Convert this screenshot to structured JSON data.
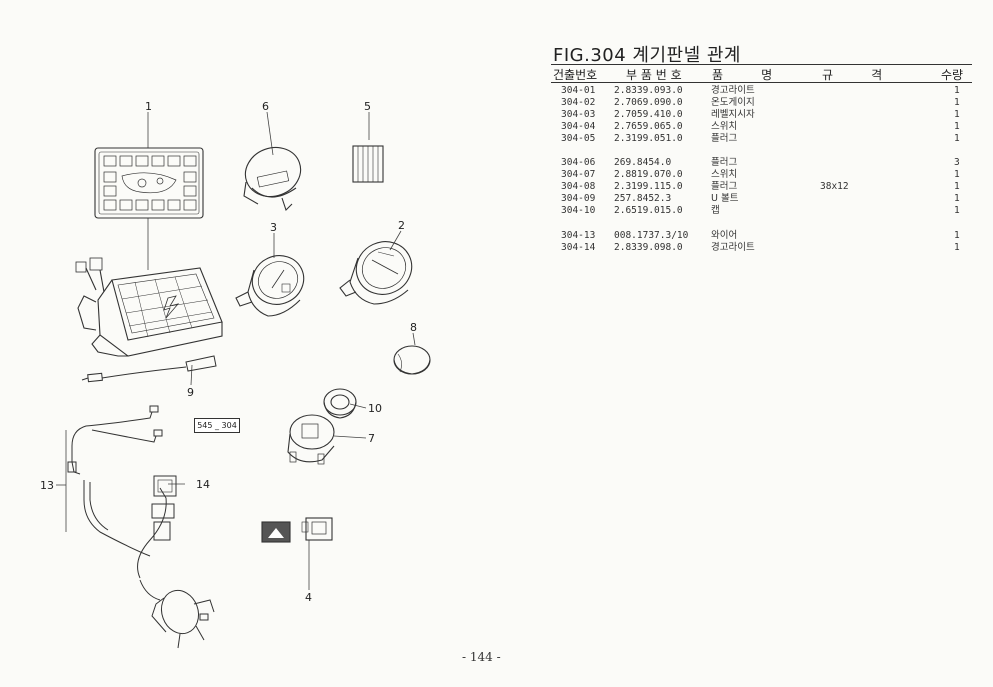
{
  "figure": {
    "title": "FIG.304 계기판넬 관계",
    "code_box": "545 _ 304"
  },
  "table": {
    "headers": {
      "ref_no": "건출번호",
      "part_no": "부 품 번 호",
      "name": "품          명",
      "spec": "규          격",
      "qty": "수량"
    },
    "rows": [
      {
        "no": "304-01",
        "part": "2.8339.093.0",
        "name": "경고라이트",
        "spec": "",
        "qty": "1"
      },
      {
        "no": "304-02",
        "part": "2.7069.090.0",
        "name": "온도게이지",
        "spec": "",
        "qty": "1"
      },
      {
        "no": "304-03",
        "part": "2.7059.410.0",
        "name": "레벨지시자",
        "spec": "",
        "qty": "1"
      },
      {
        "no": "304-04",
        "part": "2.7659.065.0",
        "name": "스위치",
        "spec": "",
        "qty": "1"
      },
      {
        "no": "304-05",
        "part": "2.3199.051.0",
        "name": "플러그",
        "spec": "",
        "qty": "1"
      },
      {
        "no": "304-06",
        "part": "269.8454.0",
        "name": "플러그",
        "spec": "",
        "qty": "3"
      },
      {
        "no": "304-07",
        "part": "2.8819.070.0",
        "name": "스위치",
        "spec": "",
        "qty": "1"
      },
      {
        "no": "304-08",
        "part": "2.3199.115.0",
        "name": "플러그",
        "spec": "38x12",
        "qty": "1"
      },
      {
        "no": "304-09",
        "part": "257.8452.3",
        "name": "U 볼트",
        "spec": "",
        "qty": "1"
      },
      {
        "no": "304-10",
        "part": "2.6519.015.0",
        "name": "캡",
        "spec": "",
        "qty": "1"
      },
      {
        "no": "304-13",
        "part": "008.1737.3/10",
        "name": "와이어",
        "spec": "",
        "qty": "1"
      },
      {
        "no": "304-14",
        "part": "2.8339.098.0",
        "name": "경고라이트",
        "spec": "",
        "qty": "1"
      }
    ]
  },
  "callouts": {
    "c1": "1",
    "c2": "2",
    "c3": "3",
    "c4": "4",
    "c5": "5",
    "c6": "6",
    "c7": "7",
    "c8": "8",
    "c9": "9",
    "c10": "10",
    "c13": "13",
    "c14": "14"
  },
  "page_number": "- 144 -"
}
